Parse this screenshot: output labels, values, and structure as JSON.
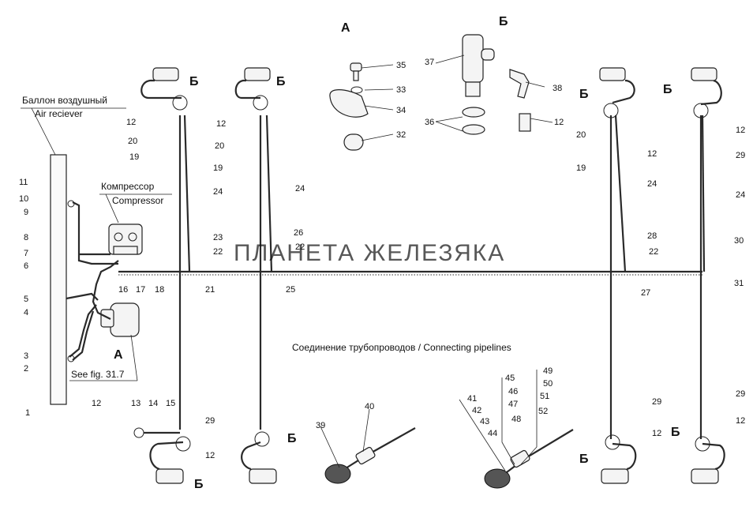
{
  "title_a": "А",
  "title_b": "Б",
  "receiver_ru": "Баллон воздушный",
  "receiver_en": "Air reciever",
  "compressor_ru": "Компрессор",
  "compressor_en": "Compressor",
  "connecting_caption": "Соединение трубопроводов  /  Connecting pipelines",
  "see_fig": "See fig. 31.7",
  "watermark": "ПЛАНЕТА ЖЕЛЕЗЯКА",
  "markers": {
    "a": "А",
    "b": "Б"
  },
  "numbers": {
    "n1": "1",
    "n2": "2",
    "n3": "3",
    "n4": "4",
    "n5": "5",
    "n6": "6",
    "n7": "7",
    "n8": "8",
    "n9": "9",
    "n10": "10",
    "n11": "11",
    "n12": "12",
    "n13": "13",
    "n14": "14",
    "n15": "15",
    "n16": "16",
    "n17": "17",
    "n18": "18",
    "n19": "19",
    "n20": "20",
    "n21": "21",
    "n22": "22",
    "n23": "23",
    "n24": "24",
    "n25": "25",
    "n26": "26",
    "n27": "27",
    "n28": "28",
    "n29": "29",
    "n30": "30",
    "n31": "31",
    "n32": "32",
    "n33": "33",
    "n34": "34",
    "n35": "35",
    "n36": "36",
    "n37": "37",
    "n38": "38",
    "n39": "39",
    "n40": "40",
    "n41": "41",
    "n42": "42",
    "n43": "43",
    "n44": "44",
    "n45": "45",
    "n46": "46",
    "n47": "47",
    "n48": "48",
    "n49": "49",
    "n50": "50",
    "n51": "51",
    "n52": "52"
  }
}
